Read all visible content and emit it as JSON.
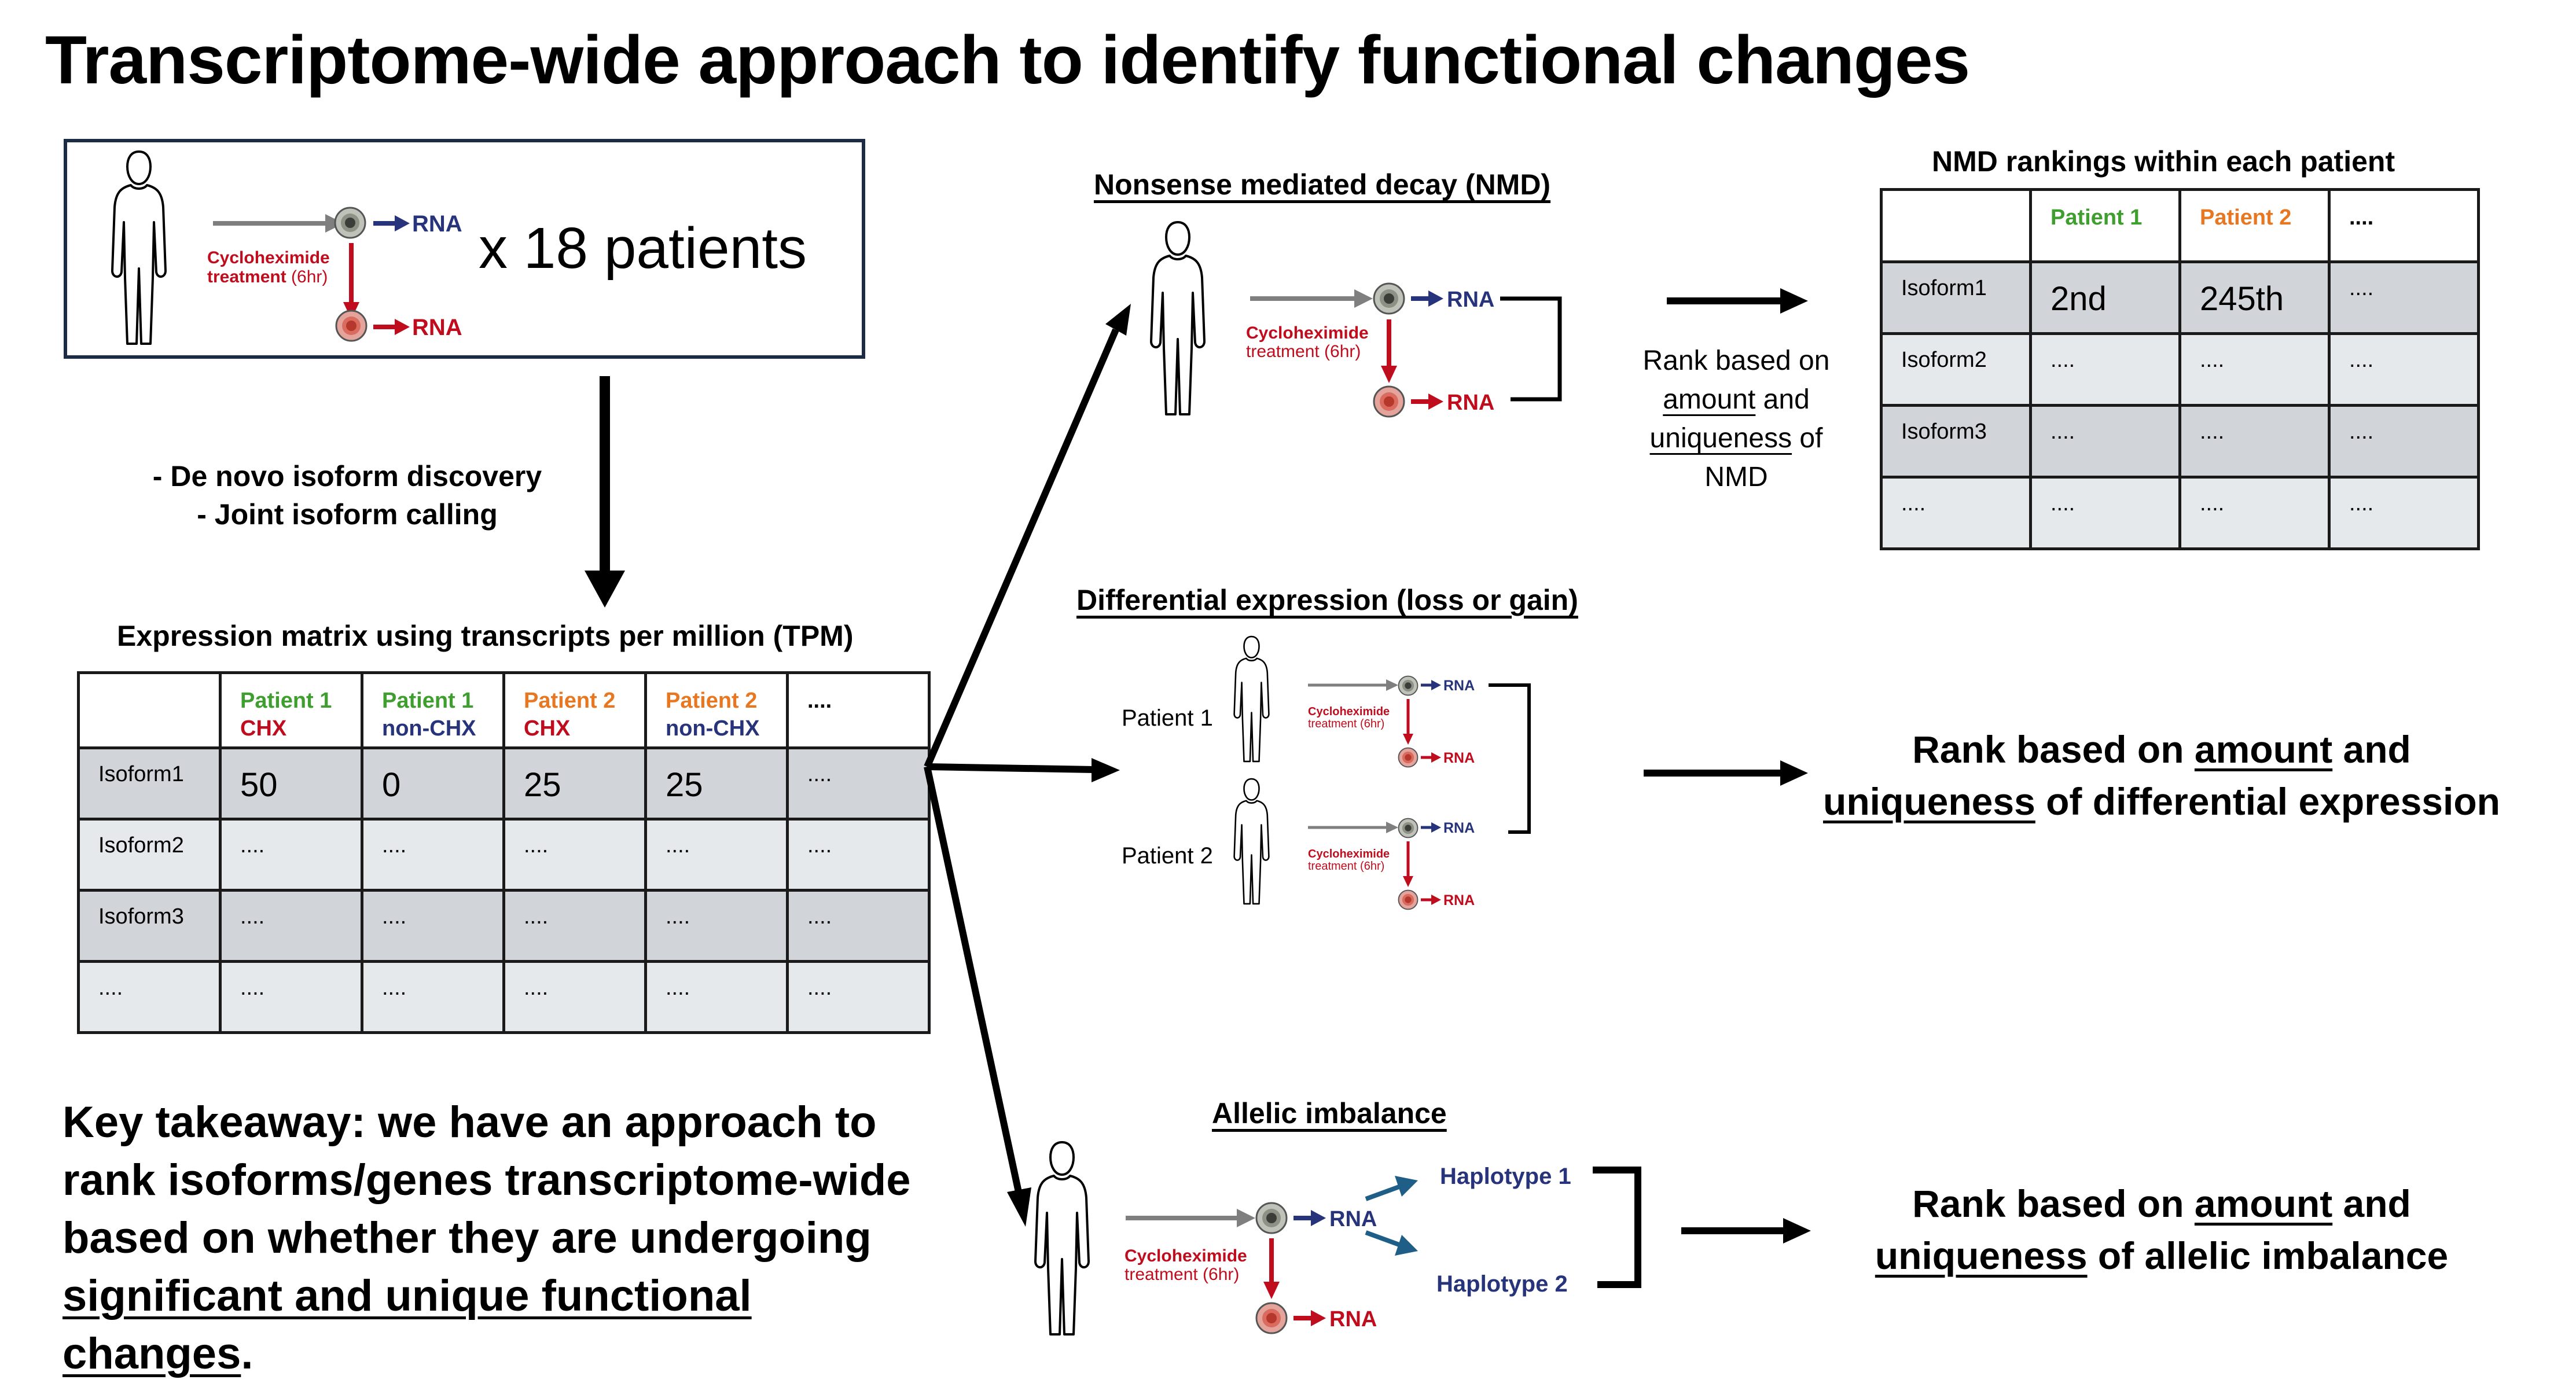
{
  "title": "Transcriptome-wide approach to identify functional changes",
  "top_box": {
    "rna_top": "RNA",
    "rna_bottom": "RNA",
    "cyclo_line1": "Cycloheximide",
    "cyclo_line2": "treatment",
    "cyclo_duration": "(6hr)",
    "patients_label": "x 18 patients"
  },
  "steps": [
    "- De novo isoform discovery",
    "- Joint isoform calling"
  ],
  "expression_matrix": {
    "title": "Expression matrix using transcripts per million (TPM)",
    "headers": [
      {
        "line1": "Patient 1",
        "line2": "CHX"
      },
      {
        "line1": "Patient 1",
        "line2": "non-CHX"
      },
      {
        "line1": "Patient 2",
        "line2": "CHX"
      },
      {
        "line1": "Patient 2",
        "line2": "non-CHX"
      },
      {
        "line1": "....",
        "line2": ""
      }
    ],
    "rows": [
      {
        "label": "Isoform1",
        "cells": [
          "50",
          "0",
          "25",
          "25",
          "...."
        ]
      },
      {
        "label": "Isoform2",
        "cells": [
          "....",
          "....",
          "....",
          "....",
          "...."
        ]
      },
      {
        "label": "Isoform3",
        "cells": [
          "....",
          "....",
          "....",
          "....",
          "...."
        ]
      },
      {
        "label": "....",
        "cells": [
          "....",
          "....",
          "....",
          "....",
          "...."
        ]
      }
    ]
  },
  "takeaway": {
    "part1": "Key takeaway: we have an approach to rank isoforms/genes transcriptome-wide based on whether they are undergoing ",
    "underlined": "significant and unique functional changes",
    "part2": "."
  },
  "nmd": {
    "title": "Nonsense mediated decay (NMD)",
    "rna_top": "RNA",
    "rna_bottom": "RNA",
    "cyclo_line1": "Cycloheximide",
    "cyclo_line2": "treatment (6hr)",
    "rank_line1": "Rank based on",
    "rank_amount": "amount",
    "rank_and": " and",
    "rank_uniqueness": "uniqueness",
    "rank_of": " of",
    "rank_last": "NMD"
  },
  "nmd_table": {
    "title": "NMD rankings within each patient",
    "headers": [
      "Patient 1",
      "Patient 2",
      "...."
    ],
    "rows": [
      {
        "label": "Isoform1",
        "cells": [
          "2nd",
          "245th",
          "...."
        ]
      },
      {
        "label": "Isoform2",
        "cells": [
          "....",
          "....",
          "...."
        ]
      },
      {
        "label": "Isoform3",
        "cells": [
          "....",
          "....",
          "...."
        ]
      },
      {
        "label": "....",
        "cells": [
          "....",
          "....",
          "...."
        ]
      }
    ]
  },
  "de": {
    "title": "Differential expression (loss or gain)",
    "patient1": "Patient 1",
    "patient2": "Patient 2",
    "rna": "RNA",
    "cyclo_line1": "Cycloheximide",
    "cyclo_line2": "treatment (6hr)",
    "rank_pre": "Rank based on ",
    "rank_amount": "amount",
    "rank_and": " and",
    "rank_uniqueness": "uniqueness",
    "rank_post": " of differential expression"
  },
  "ai": {
    "title": "Allelic imbalance",
    "rna_top": "RNA",
    "rna_bottom": "RNA",
    "cyclo_line1": "Cycloheximide",
    "cyclo_line2": "treatment (6hr)",
    "haplotype1": "Haplotype 1",
    "haplotype2": "Haplotype 2",
    "rank_pre": "Rank based on ",
    "rank_amount": "amount",
    "rank_and": " and",
    "rank_uniqueness": "uniqueness",
    "rank_post": " of allelic imbalance"
  },
  "colors": {
    "patient1": "#3e9e2e",
    "patient2": "#e87722",
    "chx": "#c00d1e",
    "non_chx": "#27337a",
    "haplotype_arrow": "#1f5f87",
    "cell_dark": "#d1d4d9",
    "cell_light": "#e6e9ec"
  }
}
